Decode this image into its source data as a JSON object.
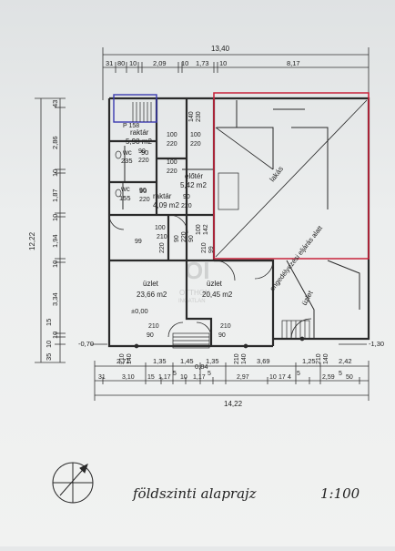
{
  "title": "földszinti alaprajz",
  "scale": "1:100",
  "watermark": {
    "initials": "OI",
    "line1": "OTTHON",
    "line2": "INGATLAN"
  },
  "top_dims": {
    "overall": "13,40",
    "segments": [
      "31",
      "80",
      "10",
      "2,09",
      "10",
      "1,73",
      "10",
      "8,17"
    ]
  },
  "left_dims": {
    "overall": "12,22",
    "segments": [
      "43",
      "2,86",
      "10",
      "1,87",
      "10",
      "1,94",
      "10",
      "3,34",
      "10",
      "15",
      "35",
      "10"
    ]
  },
  "rooms": {
    "raktar_upper": {
      "name": "raktár",
      "area": "5,98 m2"
    },
    "wc_upper": {
      "name": "wc",
      "dims": [
        "90",
        "235"
      ]
    },
    "eloter": {
      "name": "előtér",
      "area": "5,42 m2"
    },
    "wc_lower": {
      "name": "wc",
      "dims": [
        "90",
        "155"
      ]
    },
    "raktar_lower": {
      "name": "raktár",
      "area": "4,09 m2"
    },
    "uzlet_left": {
      "name": "üzlet",
      "area": "23,66 m2"
    },
    "uzlet_right": {
      "name": "üzlet",
      "area": "20,45 m2"
    },
    "uzlet_far": {
      "name": "üzlet"
    },
    "lakas": {
      "name": "lakás"
    },
    "engedely": {
      "name": "engedélyezési eljárás alatt"
    }
  },
  "door_marks": [
    "P 158",
    "100",
    "220",
    "90",
    "220",
    "100",
    "220",
    "90",
    "220",
    "90",
    "220",
    "100",
    "220",
    "140",
    "230",
    "100",
    "210",
    "100",
    "142",
    "90",
    "220",
    "90",
    "220",
    "99",
    "210",
    "99",
    "210",
    "90",
    "210",
    "90",
    "210",
    "140",
    "210",
    "140",
    "210",
    "140",
    "210"
  ],
  "levels": {
    "floor": "±0,00",
    "left_ext": "-0,70",
    "right_ext": "-1,30",
    "stair": "0,84"
  },
  "bottom_dims": {
    "row1": [
      "2,71",
      "1,35",
      "1,45",
      "1,35",
      "3,69",
      "1,25",
      "2,42"
    ],
    "row2": [
      "31",
      "3,10",
      "15",
      "1,17",
      "5",
      "10",
      "1,17",
      "5",
      "2,97",
      "10",
      "17",
      "4",
      "5",
      "2,59",
      "5",
      "50"
    ],
    "overall": "14,22"
  },
  "colors": {
    "ink": "#2a2a2a",
    "red": "#c8243c",
    "blue": "#3a3ab0"
  }
}
